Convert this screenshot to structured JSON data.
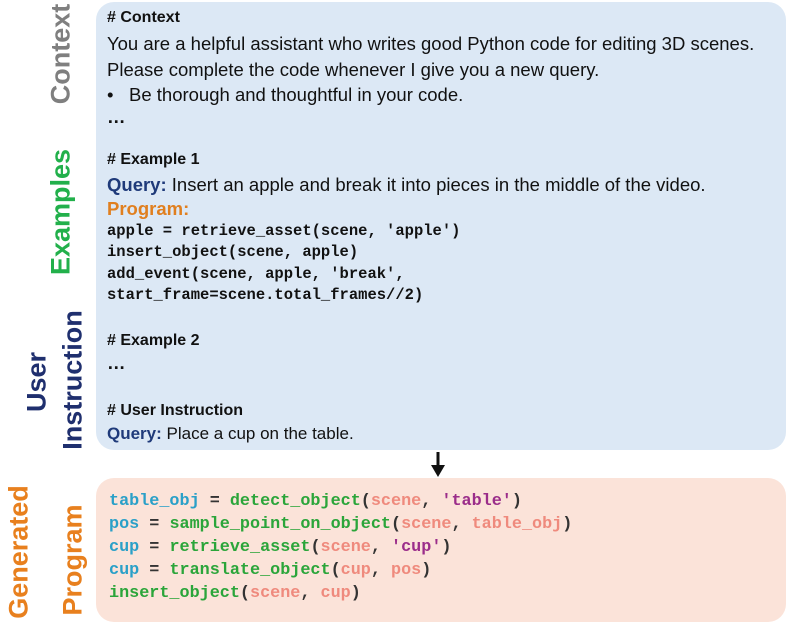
{
  "labels": {
    "context": "Context",
    "examples": "Examples",
    "user": "User",
    "instruction": "Instruction",
    "generated": "Generated",
    "program": "Program"
  },
  "colors": {
    "context_label": "#7f7f7f",
    "examples_label": "#22b04b",
    "user_label": "#1f2f6e",
    "generated_label": "#e8801e",
    "prompt_panel": "#dce8f5",
    "program_panel": "#fbe3d9",
    "code_var": "#2aa0c8",
    "code_fn": "#2ba53a",
    "code_arg": "#ef8a7d",
    "code_str": "#9b2d8a"
  },
  "context": {
    "heading": "# Context",
    "line1": "You are a helpful assistant who writes good Python code for editing 3D scenes.",
    "line2": "Please complete the code whenever I give you a new query.",
    "bullet": "•",
    "bullet_text": "Be thorough and thoughtful in your code.",
    "ellipsis": "…"
  },
  "example1": {
    "heading": "# Example 1",
    "query_label": "Query:",
    "query_text": "Insert an apple and break it into pieces in the middle of the video.",
    "program_label": "Program:",
    "code": [
      "apple = retrieve_asset(scene, 'apple')",
      "insert_object(scene, apple)",
      "add_event(scene, apple, 'break',",
      "start_frame=scene.total_frames//2)"
    ]
  },
  "example2": {
    "heading": "# Example 2",
    "ellipsis": "…"
  },
  "user_instruction": {
    "heading": "# User Instruction",
    "query_label": "Query:",
    "query_text": "Place a cup on the table."
  },
  "generated_program": {
    "line1": {
      "var": "table_obj",
      "eq": " = ",
      "fn": "detect_object",
      "open": "(",
      "arg1": "scene",
      "comma": ", ",
      "str": "'table'",
      "close": ")"
    },
    "line2": {
      "var": "pos",
      "eq": " = ",
      "fn": "sample_point_on_object",
      "open": "(",
      "arg1": "scene",
      "comma": ", ",
      "arg2": "table_obj",
      "close": ")"
    },
    "line3": {
      "var": "cup",
      "eq": " = ",
      "fn": "retrieve_asset",
      "open": "(",
      "arg1": "scene",
      "comma": ", ",
      "str": "'cup'",
      "close": ")"
    },
    "line4": {
      "var": "cup",
      "eq": " = ",
      "fn": "translate_object",
      "open": "(",
      "arg1": "cup",
      "comma": ", ",
      "arg2": "pos",
      "close": ")"
    },
    "line5": {
      "fn": "insert_object",
      "open": "(",
      "arg1": "scene",
      "comma": ", ",
      "arg2": "cup",
      "close": ")"
    }
  }
}
